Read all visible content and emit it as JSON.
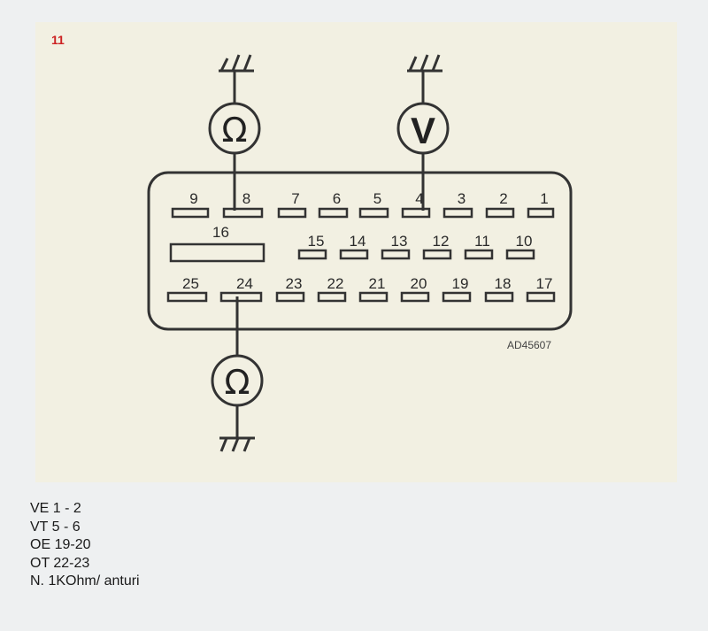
{
  "figure_number": "11",
  "figure_color": "#cc2222",
  "drawing_code": "AD45607",
  "meters": {
    "top_left": {
      "symbol": "Ω",
      "icon": "ohmmeter-icon",
      "pin": "8"
    },
    "top_right": {
      "symbol": "V",
      "icon": "voltmeter-icon",
      "pin": "4"
    },
    "bottom": {
      "symbol": "Ω",
      "icon": "ohmmeter-icon",
      "pin": "24"
    }
  },
  "connector": {
    "row1": [
      "9",
      "8",
      "7",
      "6",
      "5",
      "4",
      "3",
      "2",
      "1"
    ],
    "row2_wide": "16",
    "row2": [
      "15",
      "14",
      "13",
      "12",
      "11",
      "10"
    ],
    "row3": [
      "25",
      "24",
      "23",
      "22",
      "21",
      "20",
      "19",
      "18",
      "17"
    ]
  },
  "notes": [
    "VE 1 - 2",
    "VT 5 - 6",
    "OE 19-20",
    "OT 22-23",
    "N. 1KOhm/ anturi"
  ]
}
